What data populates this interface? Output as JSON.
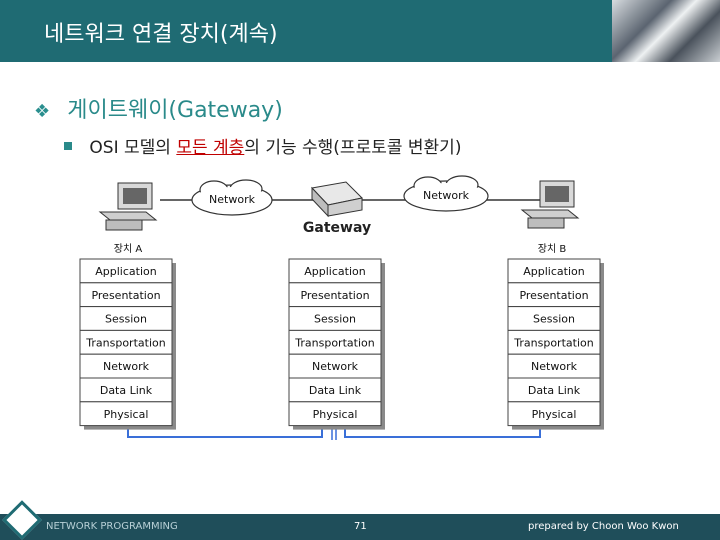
{
  "header": {
    "title": "네트워크 연결 장치(계속)"
  },
  "content": {
    "bullet1": "게이트웨이(Gateway)",
    "bullet2": {
      "prefix": "OSI 모델의 ",
      "underlined": "모든 계층",
      "suffix": "의 기능 수행(프로토콜 변환기)"
    }
  },
  "diagram": {
    "network_left": "Network",
    "network_right": "Network",
    "gateway_label": "Gateway",
    "device_a": "장치 A",
    "device_b": "장치 B",
    "layers": [
      "Application",
      "Presentation",
      "Session",
      "Transportation",
      "Network",
      "Data Link",
      "Physical"
    ]
  },
  "footer": {
    "left": "NETWORK PROGRAMMING",
    "page": "71",
    "right": "prepared by Choon Woo Kwon"
  },
  "colors": {
    "header_bg": "#1f6b73",
    "accent_teal": "#2a8a8a",
    "underline_red": "#c00000",
    "line_blue": "#3a6fd8"
  },
  "icons": [
    "diamond-bullet-icon",
    "square-bullet-icon",
    "computer-icon",
    "gateway-device-icon",
    "cloud-icon"
  ]
}
